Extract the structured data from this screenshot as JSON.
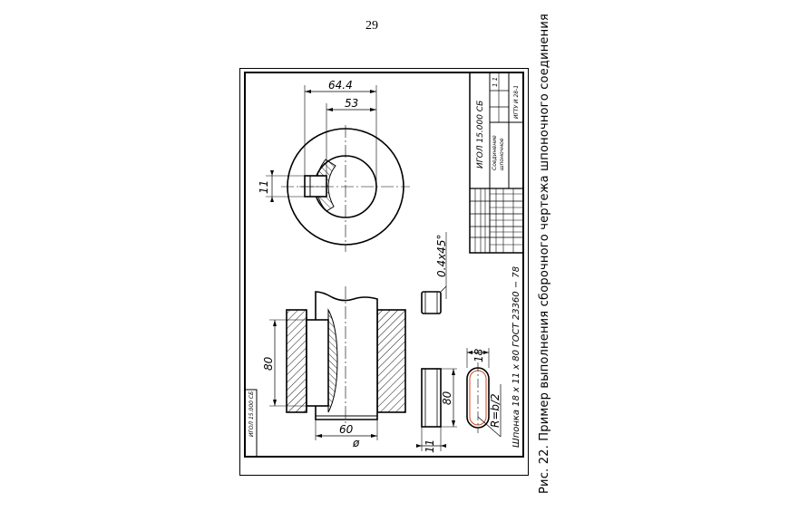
{
  "page": {
    "number": "29",
    "caption": "Рис. 22. Пример выполнения сборочного чертежа шпоночного соединения"
  },
  "dimensions": {
    "d_64_4": "64.4",
    "d_53": "53",
    "d_11_top": "11",
    "d_80_left": "80",
    "d_60": "60",
    "d_phi": "ø",
    "d_11_bottom": "11",
    "d_80_key": "80",
    "d_18": "18",
    "d_R": "R=b/2",
    "chamfer": "0.4x45°"
  },
  "notes": {
    "key_spec": "Шпонка 18 x 11 x 80 ГОСТ 23360 − 78"
  },
  "title_block": {
    "designation": "ИГОЛ 15.000 СБ",
    "name_line1": "Соединение",
    "name_line2": "шпоночное",
    "org": "ИГТУ И 28-1",
    "sheet": "1  1",
    "side_stamp": "ИГОЛ 15.000 СБ"
  }
}
